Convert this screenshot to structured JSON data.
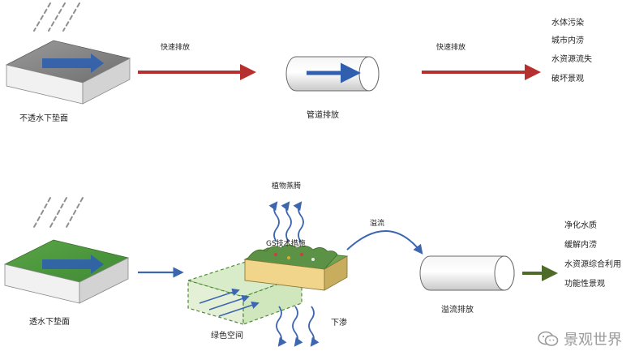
{
  "top_row": {
    "surface_label": "不透水下垫面",
    "arrow1_label": "快速排放",
    "pipe_label": "管道排放",
    "arrow2_label": "快速排放",
    "outcomes": [
      "水体污染",
      "城市内涝",
      "水资源流失",
      "破坏景观"
    ]
  },
  "bottom_row": {
    "surface_label": "透水下垫面",
    "plant_label": "植物蒸腾",
    "gs_label": "GS技术措施",
    "green_space_label": "绿色空间",
    "infiltrate_label": "下渗",
    "overflow_label": "溢流",
    "pipe_label": "溢流排放",
    "outcomes": [
      "净化水质",
      "缓解内涝",
      "水资源综合利用",
      "功能性景观"
    ]
  },
  "watermark": {
    "text": "景观世界",
    "icon": "wechat-icon"
  },
  "colors": {
    "red_arrow": "#b5302e",
    "blue_arrow": "#2f5fae",
    "green_arrow": "#4f6b2a",
    "impervious_top": "#8a8a8a",
    "pervious_top": "#4f9a3e",
    "rain": "#8f8f8f"
  }
}
